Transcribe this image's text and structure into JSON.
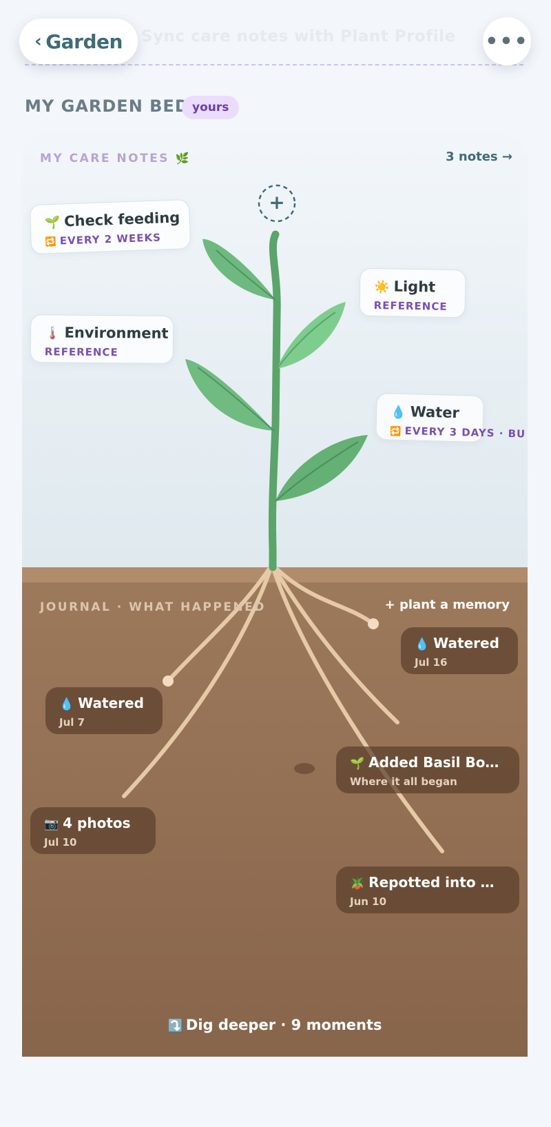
{
  "header": {
    "back_label": "Garden",
    "faded_title": "Sync care notes with Plant Profile",
    "more_label": "•••"
  },
  "section": {
    "title": "MY GARDEN BED",
    "badge": "yours"
  },
  "care": {
    "label": "MY CARE NOTES",
    "label_icon": "🌿",
    "notes_link": "3 notes →",
    "add_label": "+",
    "notes": [
      {
        "icon": "🌱",
        "title": "Check feeding",
        "sub_icon": "🔁",
        "subtitle": "EVERY 2 WEEKS"
      },
      {
        "icon": "☀️",
        "title": "Light",
        "sub_icon": "",
        "subtitle": "REFERENCE"
      },
      {
        "icon": "🌡️",
        "title": "Environment",
        "sub_icon": "",
        "subtitle": "REFERENCE"
      },
      {
        "icon": "💧",
        "title": "Water",
        "sub_icon": "🔁",
        "subtitle": "EVERY 3 DAYS · BU"
      }
    ]
  },
  "journal": {
    "label": "JOURNAL · WHAT HAPPENED",
    "plant_memory": "+ plant a memory",
    "memories": [
      {
        "icon": "💧",
        "title": "Watered",
        "date": "Jul 16"
      },
      {
        "icon": "💧",
        "title": "Watered",
        "date": "Jul 7"
      },
      {
        "icon": "🌱",
        "title": "Added Basil Bo…",
        "date": "Where it all began"
      },
      {
        "icon": "📷",
        "title": "4 photos",
        "date": "Jul 10"
      },
      {
        "icon": "🪴",
        "title": "Repotted into …",
        "date": "Jun 10"
      }
    ],
    "dig_icon": "⤵️",
    "dig_label": "Dig deeper · 9 moments"
  }
}
